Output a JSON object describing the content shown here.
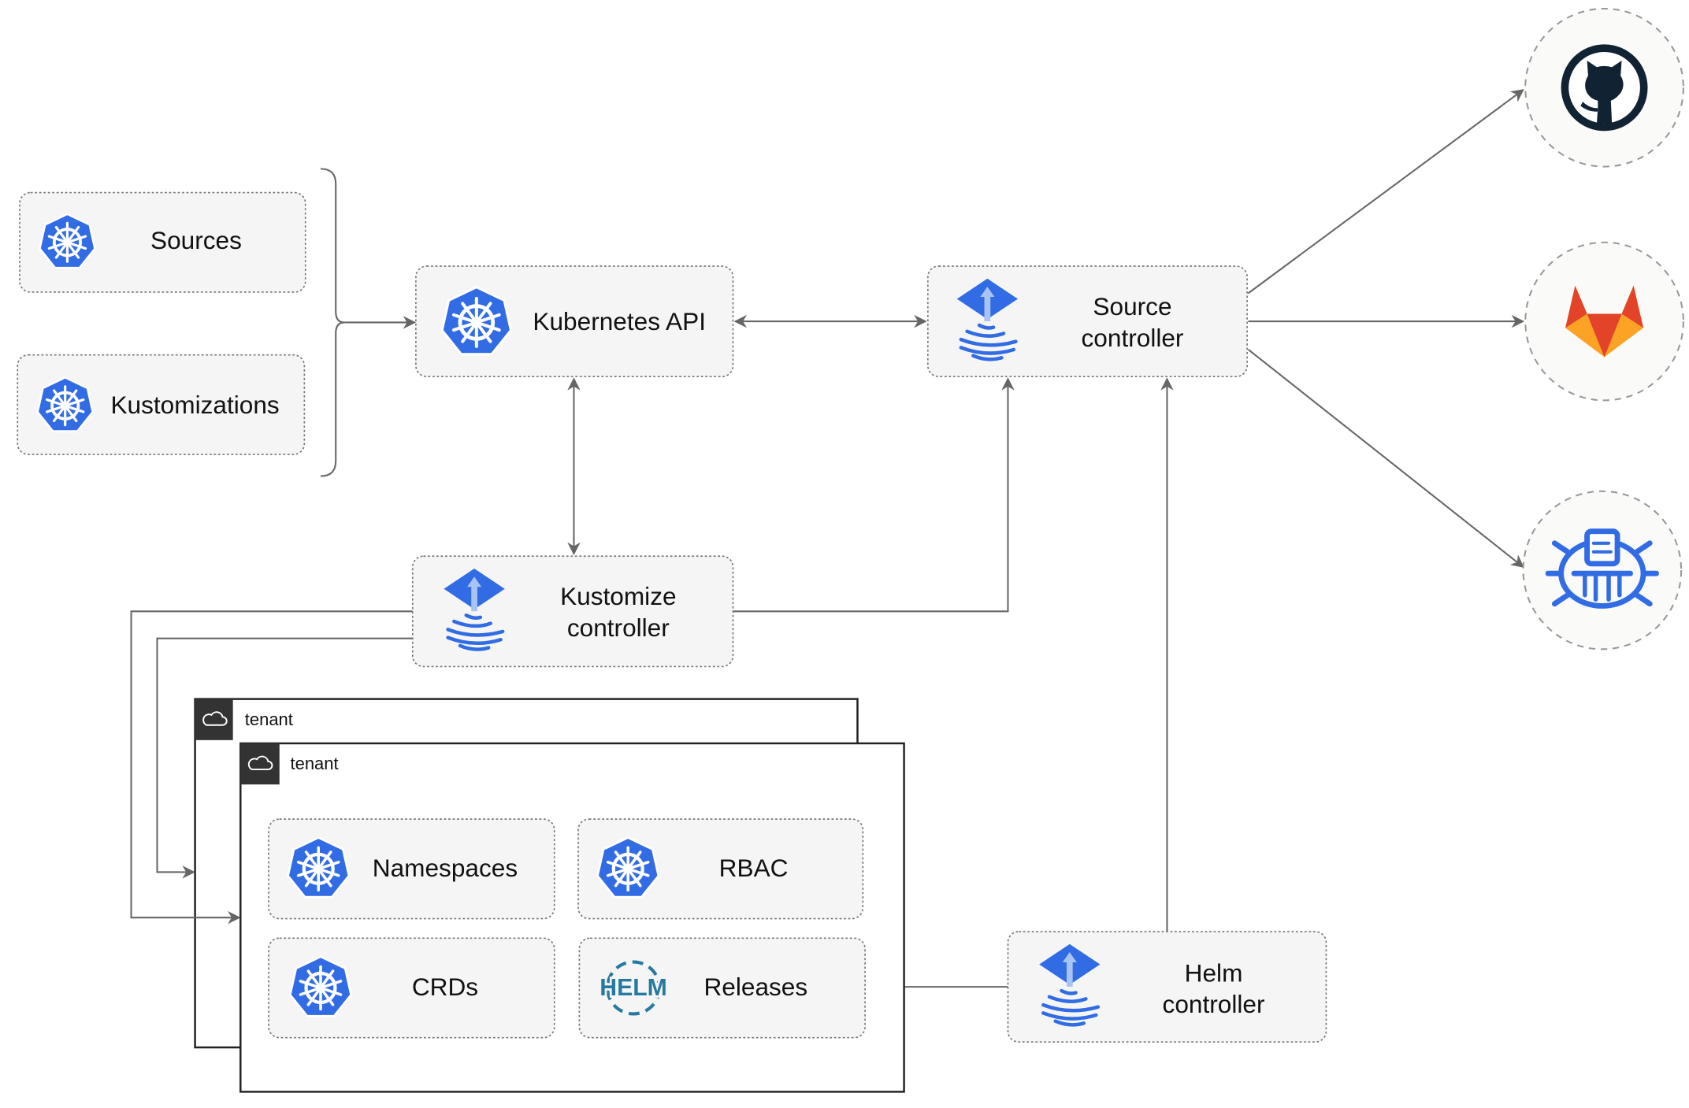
{
  "nodes": {
    "sources": "Sources",
    "kustomizations": "Kustomizations",
    "kubernetes_api": "Kubernetes API",
    "source_controller": [
      "Source",
      "controller"
    ],
    "kustomize_controller": [
      "Kustomize",
      "controller"
    ],
    "helm_controller": [
      "Helm",
      "controller"
    ],
    "namespaces": "Namespaces",
    "rbac": "RBAC",
    "crds": "CRDs",
    "releases": "Releases"
  },
  "tenants": [
    "tenant",
    "tenant"
  ],
  "helm_logo_text": "HELM",
  "external_sources": [
    "github-icon",
    "gitlab-icon",
    "bucket-icon"
  ],
  "colors": {
    "kubernetes_blue": "#326ce5",
    "github_dark": "#112233",
    "gitlab_orange": "#e24329",
    "gitlab_yellow": "#fca326",
    "helm_blue": "#277a9f",
    "edge": "#666666"
  }
}
